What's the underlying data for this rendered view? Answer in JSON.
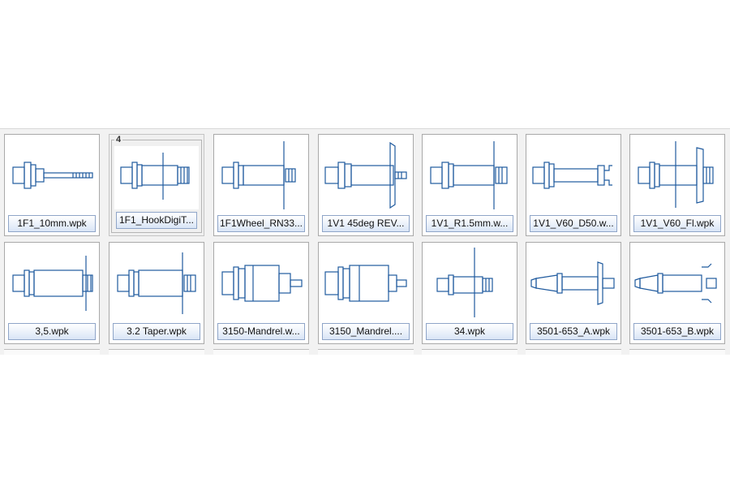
{
  "groups": [
    {
      "badge": "4"
    }
  ],
  "files": [
    {
      "label": "1F1_10mm.wpk",
      "icon": "tool-holder-icon"
    },
    {
      "label": "1F1_HookDigiT...",
      "icon": "tool-holder-icon",
      "badge": "4"
    },
    {
      "label": "1F1Wheel_RN33...",
      "icon": "tool-holder-icon"
    },
    {
      "label": "1V1 45deg REV...",
      "icon": "tool-holder-icon"
    },
    {
      "label": "1V1_R1.5mm.w...",
      "icon": "tool-holder-icon"
    },
    {
      "label": "1V1_V60_D50.w...",
      "icon": "tool-holder-icon"
    },
    {
      "label": "1V1_V60_Fl.wpk",
      "icon": "tool-holder-icon"
    },
    {
      "label": "3,5.wpk",
      "icon": "tool-holder-icon"
    },
    {
      "label": "3.2 Taper.wpk",
      "icon": "tool-holder-icon"
    },
    {
      "label": "3150-Mandrel.w...",
      "icon": "tool-holder-icon"
    },
    {
      "label": "3150_Mandrel....",
      "icon": "tool-holder-icon"
    },
    {
      "label": "34.wpk",
      "icon": "tool-holder-icon"
    },
    {
      "label": "3501-653_A.wpk",
      "icon": "tool-holder-icon"
    },
    {
      "label": "3501-653_B.wpk",
      "icon": "tool-holder-icon"
    }
  ],
  "colors": {
    "drawing": "#1f5a9e",
    "caption_border": "#8fa5c8"
  }
}
